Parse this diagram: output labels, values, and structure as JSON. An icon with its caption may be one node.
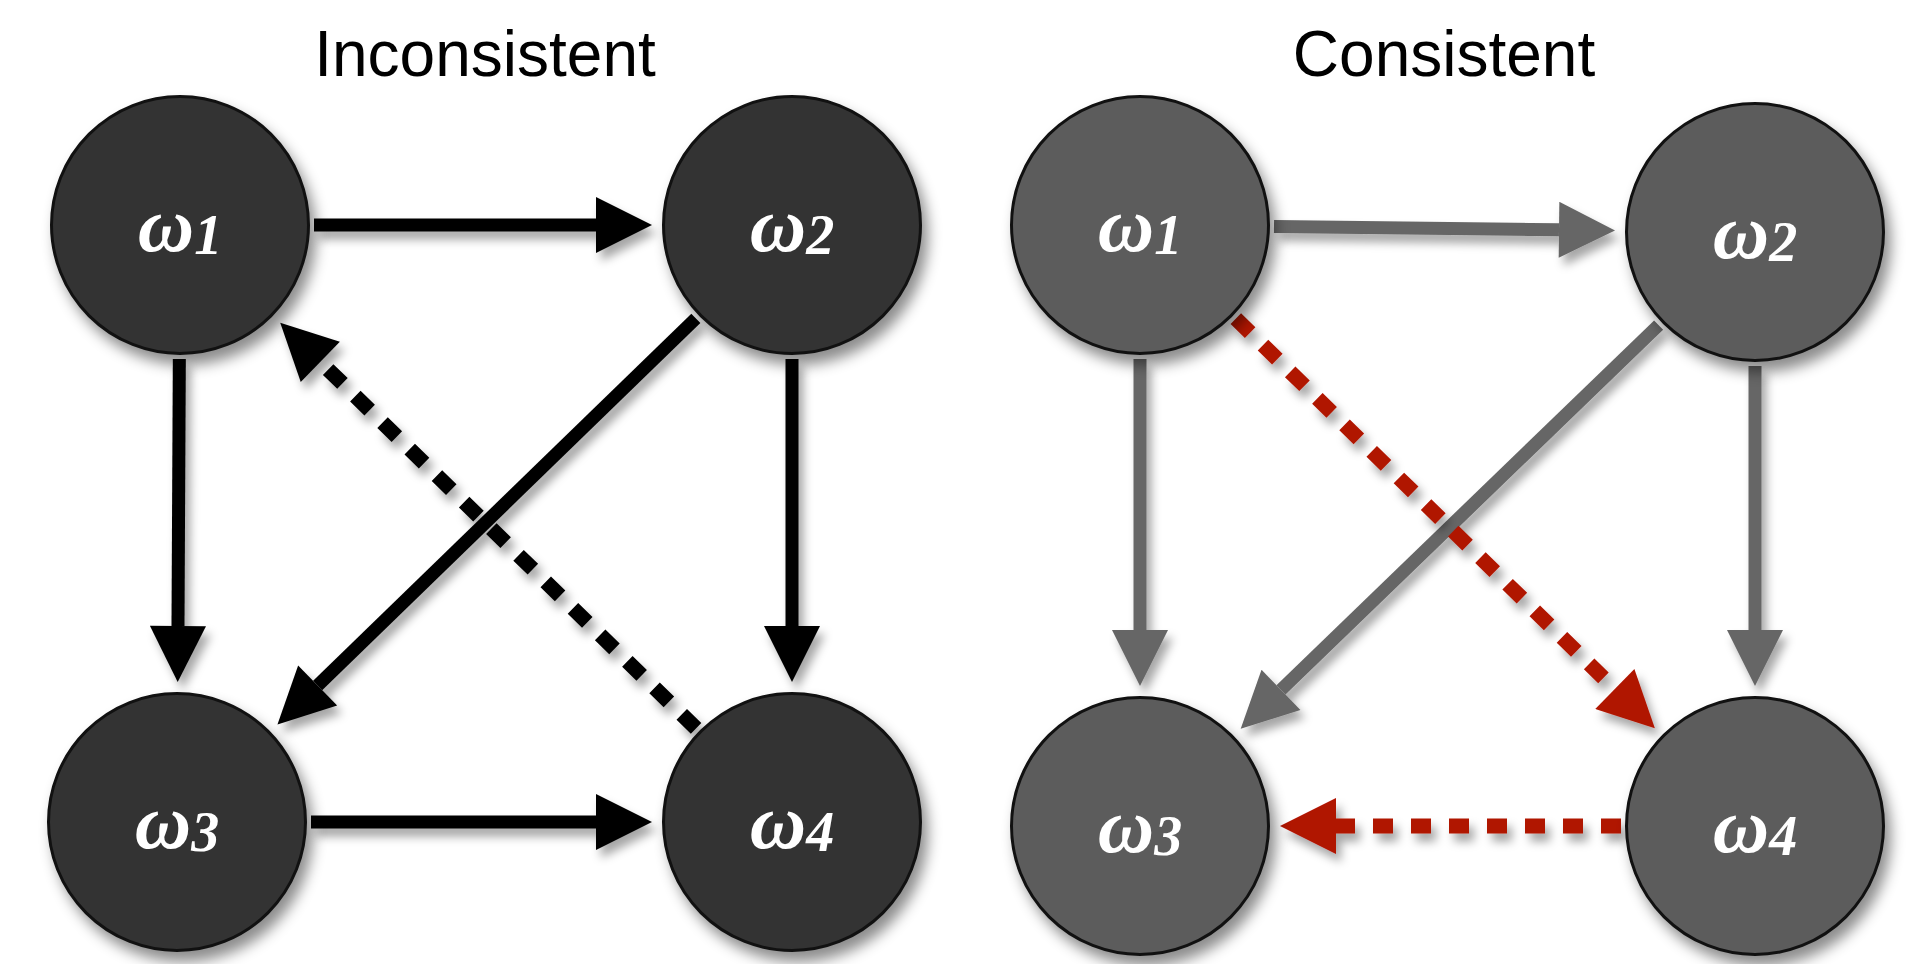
{
  "diagram": {
    "nodes": [
      {
        "text": [
          "ω$_{1}$"
        ]
      },
      {
        "text": [
          "ω$_{2}$"
        ]
      },
      {
        "text": [
          "ω$_{3}$"
        ]
      },
      {
        "text": [
          "ω$_{4}$"
        ]
      },
      {
        "text": [
          "ω$_{1}$"
        ]
      },
      {
        "text": [
          "ω$_{2}$"
        ]
      },
      {
        "text": [
          "ω$_{3}$"
        ]
      },
      {
        "text": [
          "ω$_{4}$"
        ]
      }
    ],
    "edges": [
      {
        "from": 0,
        "to": 1,
        "arrow": "to"
      },
      {
        "from": 0,
        "to": 2,
        "arrow": "to"
      },
      {
        "from": 1,
        "to": 3,
        "arrow": "to"
      },
      {
        "from": 1,
        "to": 2,
        "arrow": "to"
      },
      {
        "from": 2,
        "to": 3,
        "arrow": "to"
      },
      {
        "from": 3,
        "to": 0,
        "arrow": "to",
        "style": "dashed"
      },
      {
        "from": 4,
        "to": 5,
        "arrow": "to",
        "color": "#666666"
      },
      {
        "from": 4,
        "to": 6,
        "arrow": "to",
        "color": "#666666"
      },
      {
        "from": 5,
        "to": 7,
        "arrow": "to",
        "color": "#666666"
      },
      {
        "from": 5,
        "to": 6,
        "arrow": "to",
        "color": "#666666"
      },
      {
        "from": 4,
        "to": 7,
        "arrow": "to",
        "style": "dashed",
        "color": "#b01500"
      },
      {
        "from": 7,
        "to": 6,
        "arrow": "to",
        "style": "dashed",
        "color": "#b01500"
      }
    ],
    "labels": [
      "Inconsistent",
      "Consistent"
    ]
  }
}
